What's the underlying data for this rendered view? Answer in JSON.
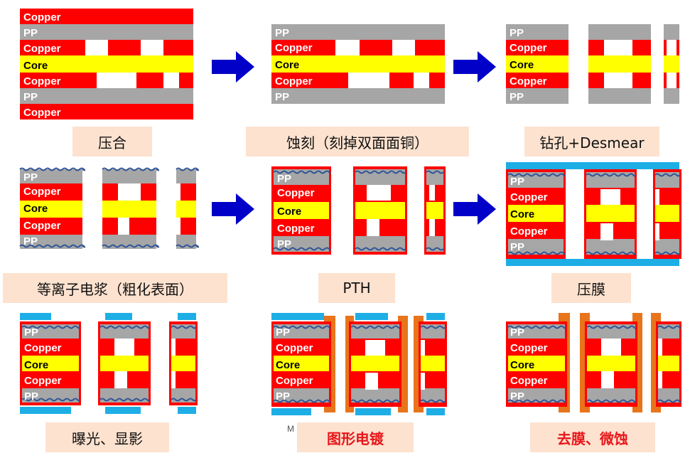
{
  "layers": {
    "copper": "Copper",
    "pp": "PP",
    "core": "Core"
  },
  "steps": [
    {
      "caption": "压合"
    },
    {
      "caption": "蚀刻（刻掉双面面铜）"
    },
    {
      "caption": "钻孔+Desmear"
    },
    {
      "caption": "等离子电浆（粗化表面）"
    },
    {
      "caption": "PTH"
    },
    {
      "caption": "压膜"
    },
    {
      "caption": "曝光、显影"
    },
    {
      "caption": "图形电镀"
    },
    {
      "caption": "去膜、微蚀"
    }
  ],
  "stray_text": "M",
  "colors": {
    "copper": "#ff0000",
    "pp": "#a6a6a6",
    "core": "#ffff00",
    "arrow": "#0000c8",
    "film": "#1eaee6",
    "plating": "#e8741b",
    "caption_bg": "#fde2cf",
    "highlight_caption": "#e8161b",
    "wave": "#2f5597"
  }
}
